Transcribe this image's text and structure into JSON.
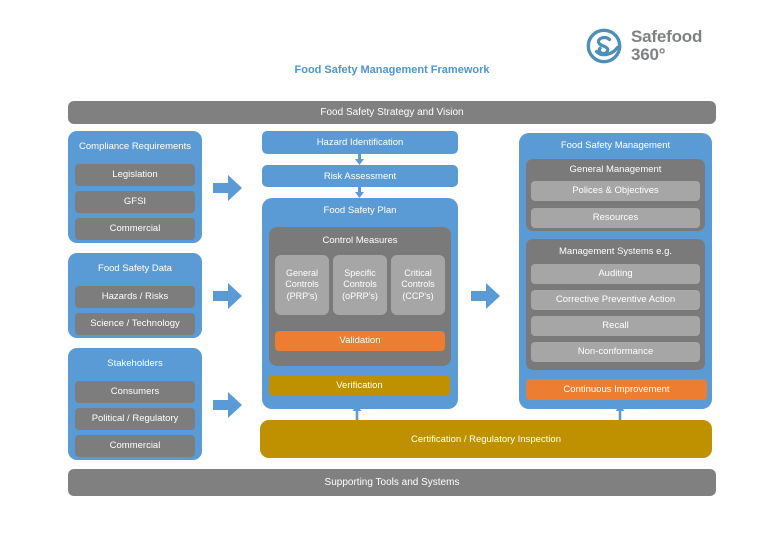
{
  "title": "Food Safety Management Framework",
  "logo": {
    "name": "Safefood",
    "suffix": "360°"
  },
  "top_bar": "Food Safety Strategy and Vision",
  "bottom_bar": "Supporting Tools and Systems",
  "left": {
    "groups": [
      {
        "title": "Compliance Requirements",
        "items": [
          "Legislation",
          "GFSI",
          "Commercial"
        ]
      },
      {
        "title": "Food Safety Data",
        "items": [
          "Hazards / Risks",
          "Science / Technology"
        ]
      },
      {
        "title": "Stakeholders",
        "items": [
          "Consumers",
          "Political / Regulatory",
          "Commercial"
        ]
      }
    ]
  },
  "middle": {
    "hazard_identification": "Hazard Identification",
    "risk_assessment": "Risk Assessment",
    "food_safety_plan": {
      "title": "Food Safety Plan",
      "control_measures": {
        "title": "Control Measures",
        "items": [
          "General Controls (PRP's)",
          "Specific Controls (oPRP's)",
          "Critical Controls (CCP's)"
        ]
      },
      "validation": "Validation",
      "verification": "Verification"
    }
  },
  "right": {
    "title": "Food Safety Management",
    "general_management": {
      "title": "General Management",
      "items": [
        "Polices & Objectives",
        "Resources"
      ]
    },
    "management_systems": {
      "title": "Management Systems e.g.",
      "items": [
        "Auditing",
        "Corrective Preventive Action",
        "Recall",
        "Non-conformance"
      ]
    },
    "continuous_improvement": "Continuous Improvement"
  },
  "certification_bar": "Certification / Regulatory Inspection",
  "colors": {
    "blue": "#5B9BD5",
    "dark_gray": "#7A7A7A",
    "bar_gray": "#808080",
    "light_gray": "#A6A6A6",
    "orange": "#ED7D31",
    "gold": "#BF9000",
    "title_blue": "#4C96D3",
    "logo_blue": "#4E8FB9",
    "logo_gray": "#7F8184"
  }
}
